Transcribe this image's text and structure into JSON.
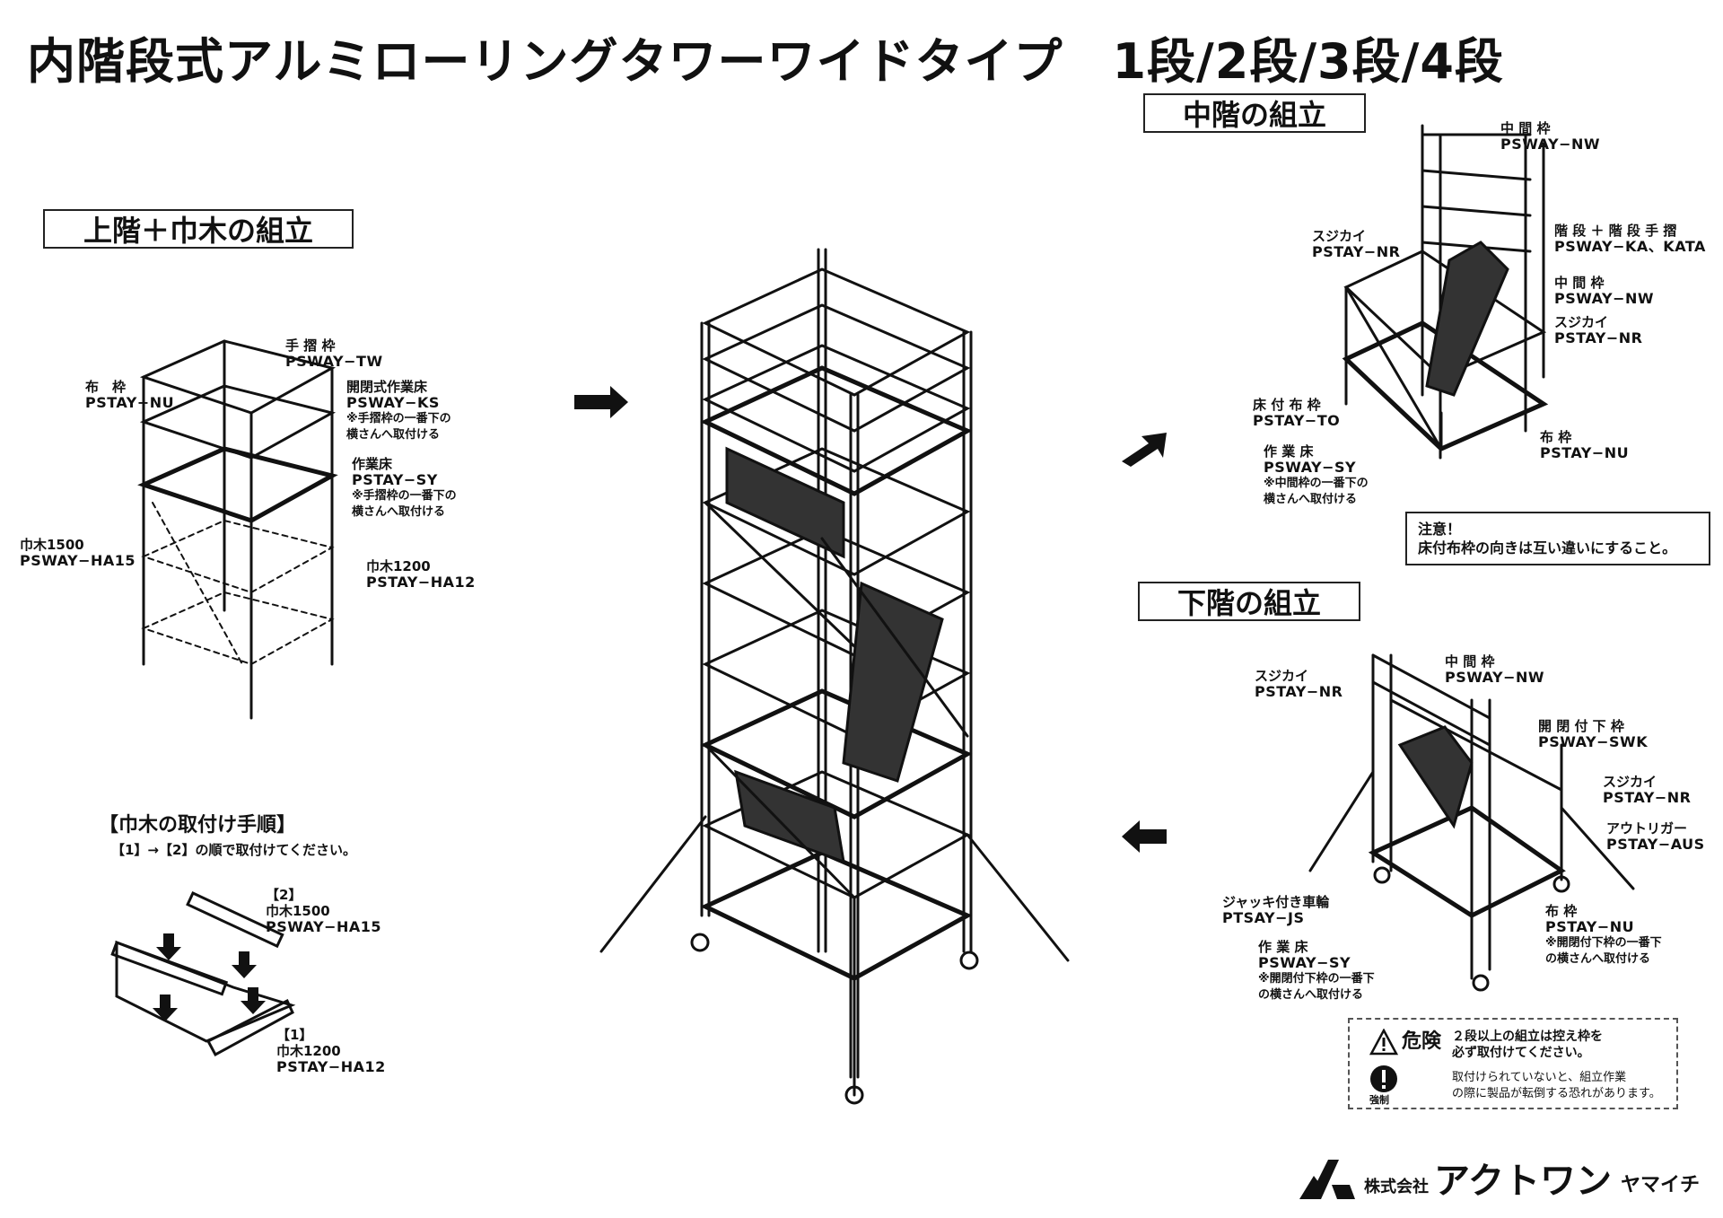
{
  "title": "内階段式アルミローリングタワーワイドタイプ　1段/2段/3段/4段",
  "sections": {
    "upper": "上階＋巾木の組立",
    "middle": "中階の組立",
    "lower": "下階の組立"
  },
  "upper_labels": {
    "tesuri": {
      "name": "手 摺 枠",
      "code": "PSWAY−TW"
    },
    "nuno": {
      "name": "布　枠",
      "code": "PSTAY−NU"
    },
    "kaihei": {
      "name": "開閉式作業床",
      "code": "PSWAY−KS",
      "note1": "※手摺枠の一番下の",
      "note2": "横さんへ取付ける"
    },
    "sagyo": {
      "name": "作業床",
      "code": "PSTAY−SY",
      "note1": "※手摺枠の一番下の",
      "note2": "横さんへ取付ける"
    },
    "haba1500": {
      "name": "巾木1500",
      "code": "PSWAY−HA15"
    },
    "haba1200": {
      "name": "巾木1200",
      "code": "PSTAY−HA12"
    }
  },
  "habaki": {
    "heading": "【巾木の取付け手順】",
    "sub": "【1】→【2】の順で取付けてください。",
    "step2": {
      "num": "【2】",
      "name": "巾木1500",
      "code": "PSWAY−HA15"
    },
    "step1": {
      "num": "【1】",
      "name": "巾木1200",
      "code": "PSTAY−HA12"
    }
  },
  "middle_labels": {
    "chukan": {
      "name": "中 間 枠",
      "code": "PSWAY−NW"
    },
    "sujikai": {
      "name": "スジカイ",
      "code": "PSTAY−NR"
    },
    "kaidan": {
      "name": "階 段 ＋ 階 段 手 摺",
      "code": "PSWAY−KA、KATA"
    },
    "chukan2": {
      "name": "中 間 枠",
      "code": "PSWAY−NW"
    },
    "sujikai2": {
      "name": "スジカイ",
      "code": "PSTAY−NR"
    },
    "yukatsuki": {
      "name": "床 付 布 枠",
      "code": "PSTAY−TO"
    },
    "nuno": {
      "name": "布 枠",
      "code": "PSTAY−NU"
    },
    "sagyo": {
      "name": "作 業 床",
      "code": "PSWAY−SY",
      "note1": "※中間枠の一番下の",
      "note2": "横さんへ取付ける"
    }
  },
  "caution": {
    "head": "注意！",
    "text": "床付布枠の向きは互い違いにすること。"
  },
  "lower_labels": {
    "sujikai": {
      "name": "スジカイ",
      "code": "PSTAY−NR"
    },
    "chukan": {
      "name": "中 間 枠",
      "code": "PSWAY−NW"
    },
    "kaihei": {
      "name": "開 閉 付 下 枠",
      "code": "PSWAY−SWK"
    },
    "sujikai2": {
      "name": "スジカイ",
      "code": "PSTAY−NR"
    },
    "outrigger": {
      "name": "アウトリガー",
      "code": "PSTAY−AUS"
    },
    "jack": {
      "name": "ジャッキ付き車輪",
      "code": "PTSAY−JS"
    },
    "nuno": {
      "name": "布 枠",
      "code": "PSTAY−NU",
      "note1": "※開閉付下枠の一番下",
      "note2": "の横さんへ取付ける"
    },
    "sagyo": {
      "name": "作 業 床",
      "code": "PSWAY−SY",
      "note1": "※開閉付下枠の一番下",
      "note2": "の横さんへ取付ける"
    }
  },
  "danger": {
    "word": "危険",
    "forced": "強制",
    "line1": "２段以上の組立は控え枠を",
    "line2": "必ず取付けてください。",
    "line3": "取付けられていないと、組立作業",
    "line4": "の際に製品が転倒する恐れがあります。"
  },
  "logo": {
    "company": "株式会社",
    "brand": "アクトワン",
    "sub": "ヤマイチ"
  }
}
